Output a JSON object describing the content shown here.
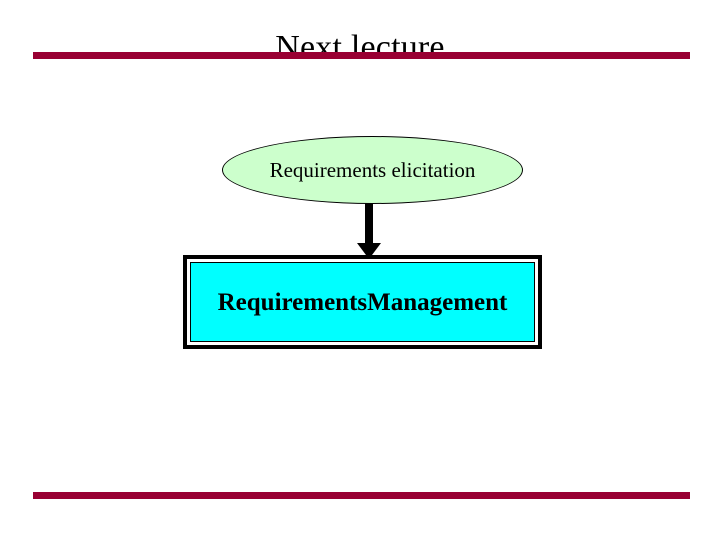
{
  "slide": {
    "title": "Next lecture",
    "background_color": "#ffffff"
  },
  "rules": {
    "accent_color": "#990033",
    "top_label": "top-divider-rule",
    "bottom_label": "bottom-divider-rule"
  },
  "diagram": {
    "type": "flow",
    "nodes": [
      {
        "id": "requirements-elicitation",
        "shape": "ellipse",
        "label": "Requirements elicitation",
        "fill_color": "#ccffcc",
        "border_color": "#000000",
        "text_color": "#000000"
      },
      {
        "id": "requirements-management",
        "shape": "rectangle",
        "label": "RequirementsManagement",
        "fill_color": "#00ffff",
        "border_color": "#000000",
        "text_color": "#000000"
      }
    ],
    "edges": [
      {
        "id": "elicitation-to-management",
        "from": "requirements-elicitation",
        "to": "requirements-management",
        "style": "solid-arrow-down",
        "color": "#000000"
      }
    ]
  }
}
